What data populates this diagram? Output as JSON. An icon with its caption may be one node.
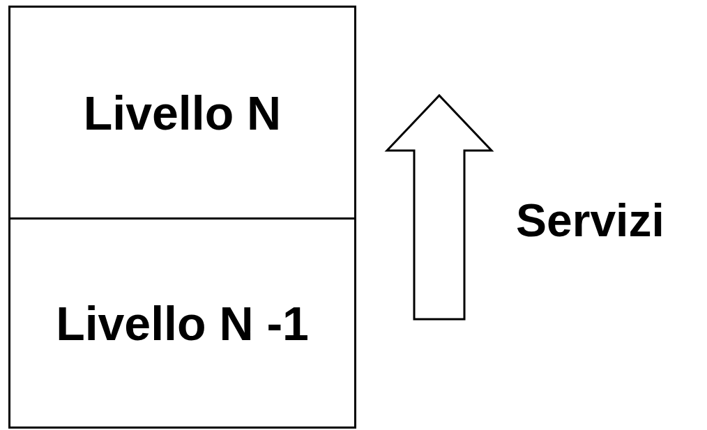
{
  "diagram": {
    "nodes": [
      {
        "text": [
          "Livello N"
        ]
      },
      {
        "text": [
          "Livello N -1"
        ]
      }
    ],
    "edges": [],
    "labels": [
      "Servizi"
    ]
  }
}
